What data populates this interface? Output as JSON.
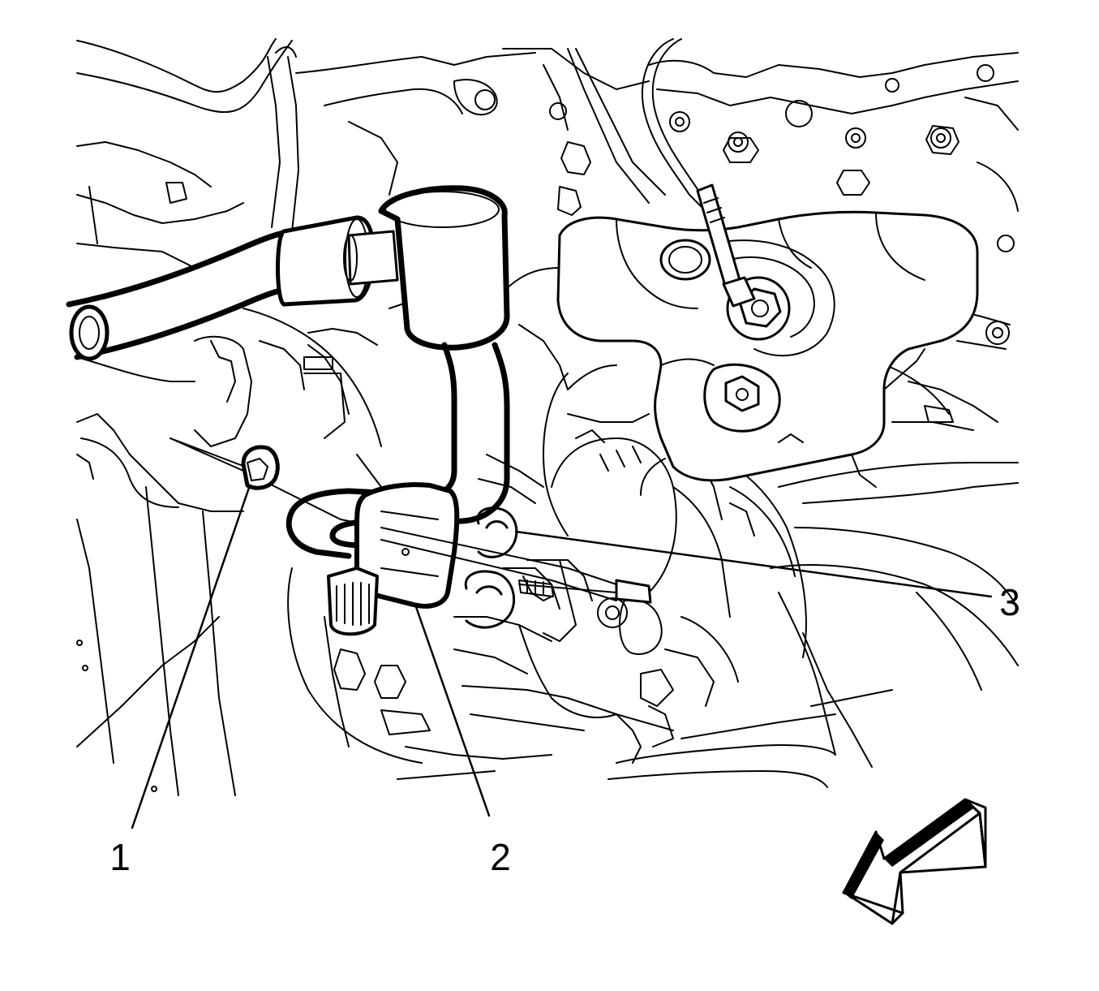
{
  "callouts": [
    {
      "id": "1",
      "label": "1"
    },
    {
      "id": "2",
      "label": "2"
    },
    {
      "id": "3",
      "label": "3"
    }
  ],
  "icons": [
    "direction-arrow-icon"
  ],
  "colors": {
    "line": "#000000",
    "background": "#ffffff"
  }
}
